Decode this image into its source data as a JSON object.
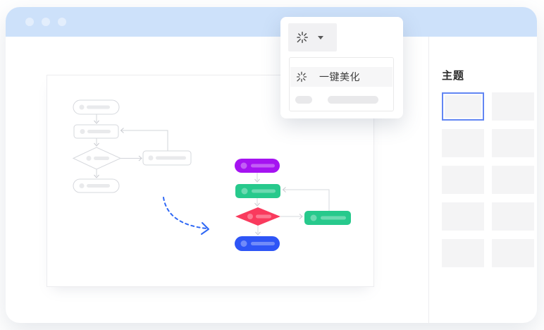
{
  "titlebar": {
    "color": "#cde1fa",
    "dot_color": "#e3eefc"
  },
  "beautify_popup": {
    "button": {
      "icon": "magic-beautify-icon",
      "caret_icon": "caret-down-icon"
    },
    "menu": {
      "items": [
        {
          "icon": "magic-beautify-icon",
          "label": "一键美化",
          "highlighted": true
        },
        {
          "skeleton": true
        }
      ]
    }
  },
  "sidebar": {
    "title": "主题",
    "swatch_count": 10,
    "selected_index": 0,
    "selected_border_color": "#6286f3",
    "swatch_fill": "#f4f4f5"
  },
  "canvas": {
    "before_flowchart": {
      "style": "wireframe-gray",
      "nodes": [
        {
          "id": "start",
          "shape": "stadium"
        },
        {
          "id": "process",
          "shape": "rect"
        },
        {
          "id": "decision",
          "shape": "diamond"
        },
        {
          "id": "side-process",
          "shape": "rect"
        },
        {
          "id": "end",
          "shape": "stadium"
        }
      ]
    },
    "after_flowchart": {
      "nodes": [
        {
          "id": "start",
          "shape": "stadium",
          "color": "#a513f1"
        },
        {
          "id": "process",
          "shape": "rect",
          "color": "#27c98c"
        },
        {
          "id": "decision",
          "shape": "diamond",
          "color": "#f93a5d"
        },
        {
          "id": "side-process",
          "shape": "rect",
          "color": "#27c98c"
        },
        {
          "id": "end",
          "shape": "stadium",
          "color": "#2e55f6"
        }
      ]
    },
    "transform_arrow_color": "#2f68f5"
  }
}
